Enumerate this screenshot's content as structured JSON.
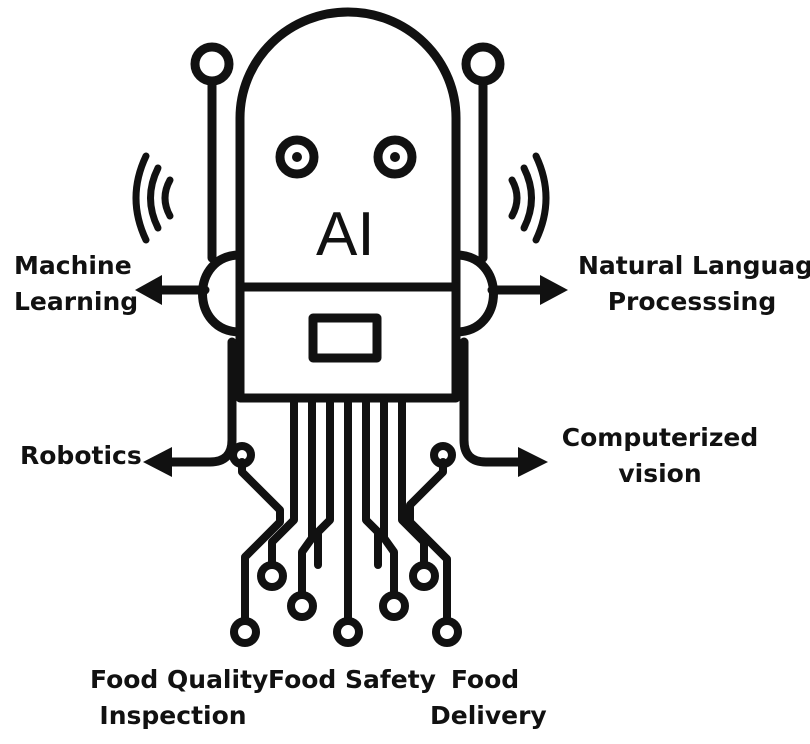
{
  "robot": {
    "head_text": "AI"
  },
  "labels": {
    "machine_learning": [
      "Machine",
      "Learning"
    ],
    "natural_language_processing": [
      "Natural Language",
      "Processsing"
    ],
    "robotics": "Robotics",
    "computerized_vision": [
      "Computerized",
      "vision"
    ],
    "food_quality_inspection": [
      "Food Quality",
      "Inspection"
    ],
    "food_safety": "Food Safety",
    "food_delivery": [
      "Food",
      "Delivery"
    ]
  },
  "colors": {
    "stroke": "#111111",
    "background": "#ffffff"
  }
}
